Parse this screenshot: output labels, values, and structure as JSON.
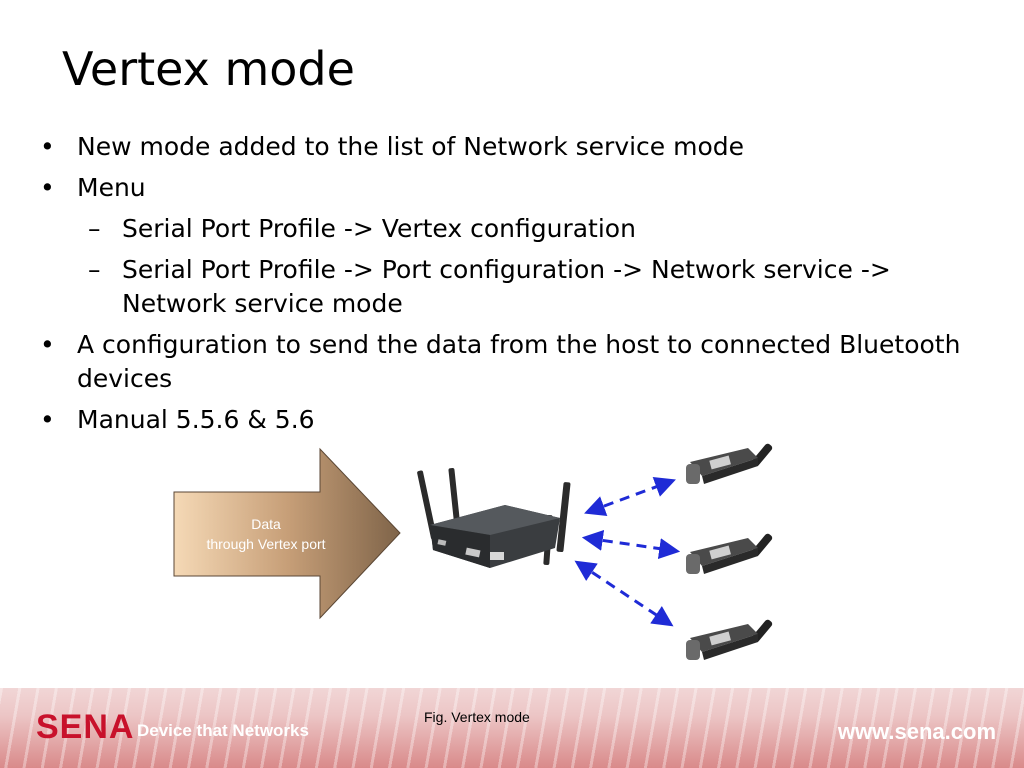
{
  "title": "Vertex mode",
  "bullets": {
    "b1": "New mode added to the list of Network service mode",
    "b2": "Menu",
    "b2_sub1": "Serial Port Profile -> Vertex configuration",
    "b2_sub2": "Serial Port Profile -> Port configuration -> Network service -> Network service mode",
    "b3": "A configuration to send the data from the host to connected Bluetooth devices",
    "b4": "Manual 5.5.6 & 5.6"
  },
  "diagram": {
    "arrow_label_line1": "Data",
    "arrow_label_line2": "through Vertex port",
    "caption": "Fig. Vertex mode",
    "arrow_color": "#1f2bd6"
  },
  "footer": {
    "logo": "SENA",
    "tagline": "Device that Networks",
    "url": "www.sena.com"
  },
  "icons": [
    "access-point-icon",
    "bluetooth-adapter-icon"
  ]
}
